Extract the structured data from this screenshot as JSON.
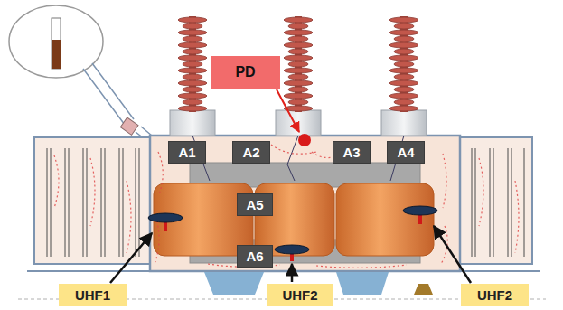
{
  "diagram": {
    "nodes": [
      {
        "text": [
          "PD"
        ]
      },
      {
        "text": [
          "A1"
        ]
      },
      {
        "text": [
          "A2"
        ]
      },
      {
        "text": [
          "A3"
        ]
      },
      {
        "text": [
          "A4"
        ]
      },
      {
        "text": [
          "A5"
        ]
      },
      {
        "text": [
          "A6"
        ]
      },
      {
        "text": [
          "UHF1"
        ]
      },
      {
        "text": [
          "UHF2"
        ]
      },
      {
        "text": [
          "UHF2"
        ]
      }
    ]
  }
}
